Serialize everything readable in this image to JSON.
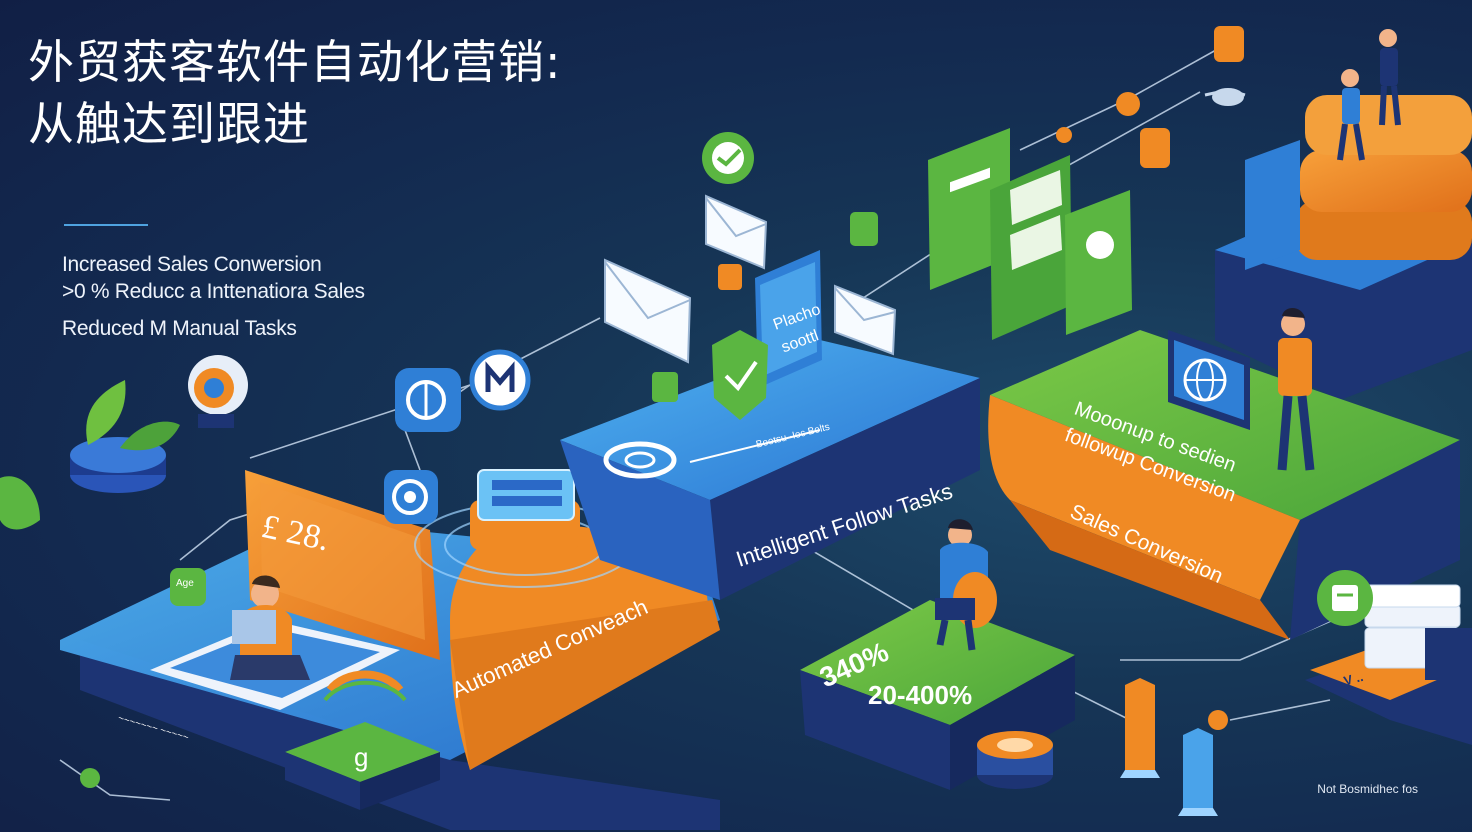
{
  "headline": {
    "line1": "外贸获客软件自动化营销:",
    "line2": "从触达到跟进"
  },
  "stats": [
    "Increased Sales Conwersion",
    ">0 % Reducc a Inttenatiora Sales",
    "Reduced M Manual Tasks"
  ],
  "platform_labels": {
    "outreach": "Automated Conveach",
    "follow": "Intelligent Follow Tasks",
    "small_caption": "Bootsu ·Ioc Bolts",
    "chat_card": "Placho soottl",
    "followup": "Mooonup to sedien followup Conversion",
    "sales_conversion": "Sales Conversion",
    "percent_green": "20-400%",
    "percent_rotated": "340%",
    "laptop_screen": "£ 28.",
    "bottom_icon": "g",
    "left_tag": "Age",
    "desk_card": "V ..",
    "info_lines": "~~~~~~~ ~~~~~"
  },
  "footnote": "Not Bosmidhec fos",
  "colors": {
    "navy": "#1d3474",
    "blue": "#2f7fd6",
    "orange": "#f08a24",
    "green": "#5bb641",
    "light_line": "#c7d8ec"
  }
}
